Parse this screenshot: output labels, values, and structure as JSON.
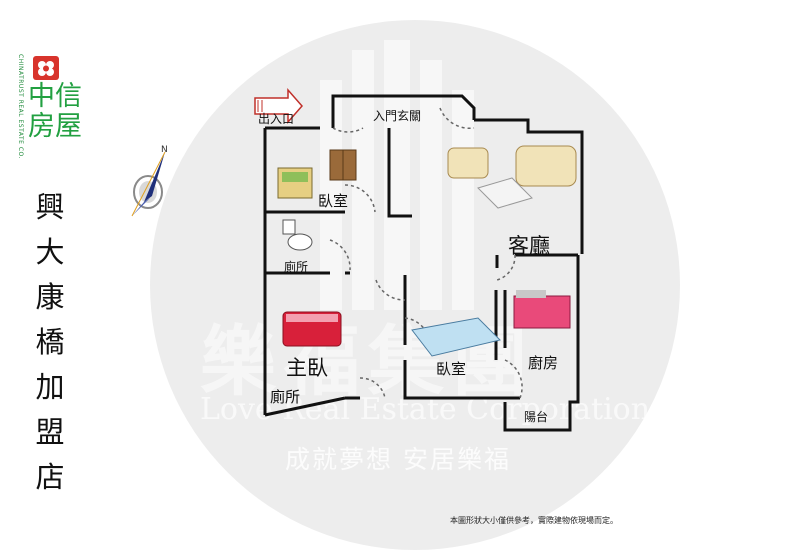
{
  "brand": {
    "vertical_text": "CHINATRUST REAL ESTATE CO.",
    "name_lines": [
      "中信",
      "房屋"
    ],
    "store_lines": [
      "興",
      "大",
      "康",
      "橋",
      "加",
      "盟",
      "店"
    ]
  },
  "compass": {
    "north_label": "N"
  },
  "entrance": {
    "label": "出入口"
  },
  "rooms": {
    "foyer": "入門玄關",
    "bedroom_1": "臥室",
    "living_room": "客廳",
    "bathroom_1": "廁所",
    "master_bedroom": "主臥",
    "bathroom_2": "廁所",
    "bedroom_2": "臥室",
    "kitchen": "廚房",
    "balcony": "陽台"
  },
  "watermark": {
    "main": "樂福集團",
    "english": "Love Real Estate Corporation",
    "slogan": "成就夢想 安居樂福"
  },
  "footnote": "本圖形狀大小僅供參考，實際建物依現場而定。",
  "colors": {
    "brand_green": "#22a041",
    "brand_red": "#d8342c",
    "wall": "#111111",
    "door_arc": "#666666"
  }
}
